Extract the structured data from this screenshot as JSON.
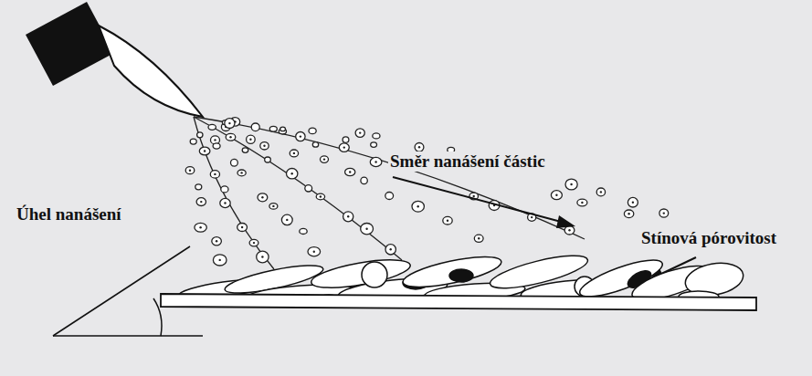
{
  "diagram": {
    "labels": [
      "Úhel nanášení",
      "Směr nanášení částic",
      "Stínová pórovitost"
    ]
  }
}
